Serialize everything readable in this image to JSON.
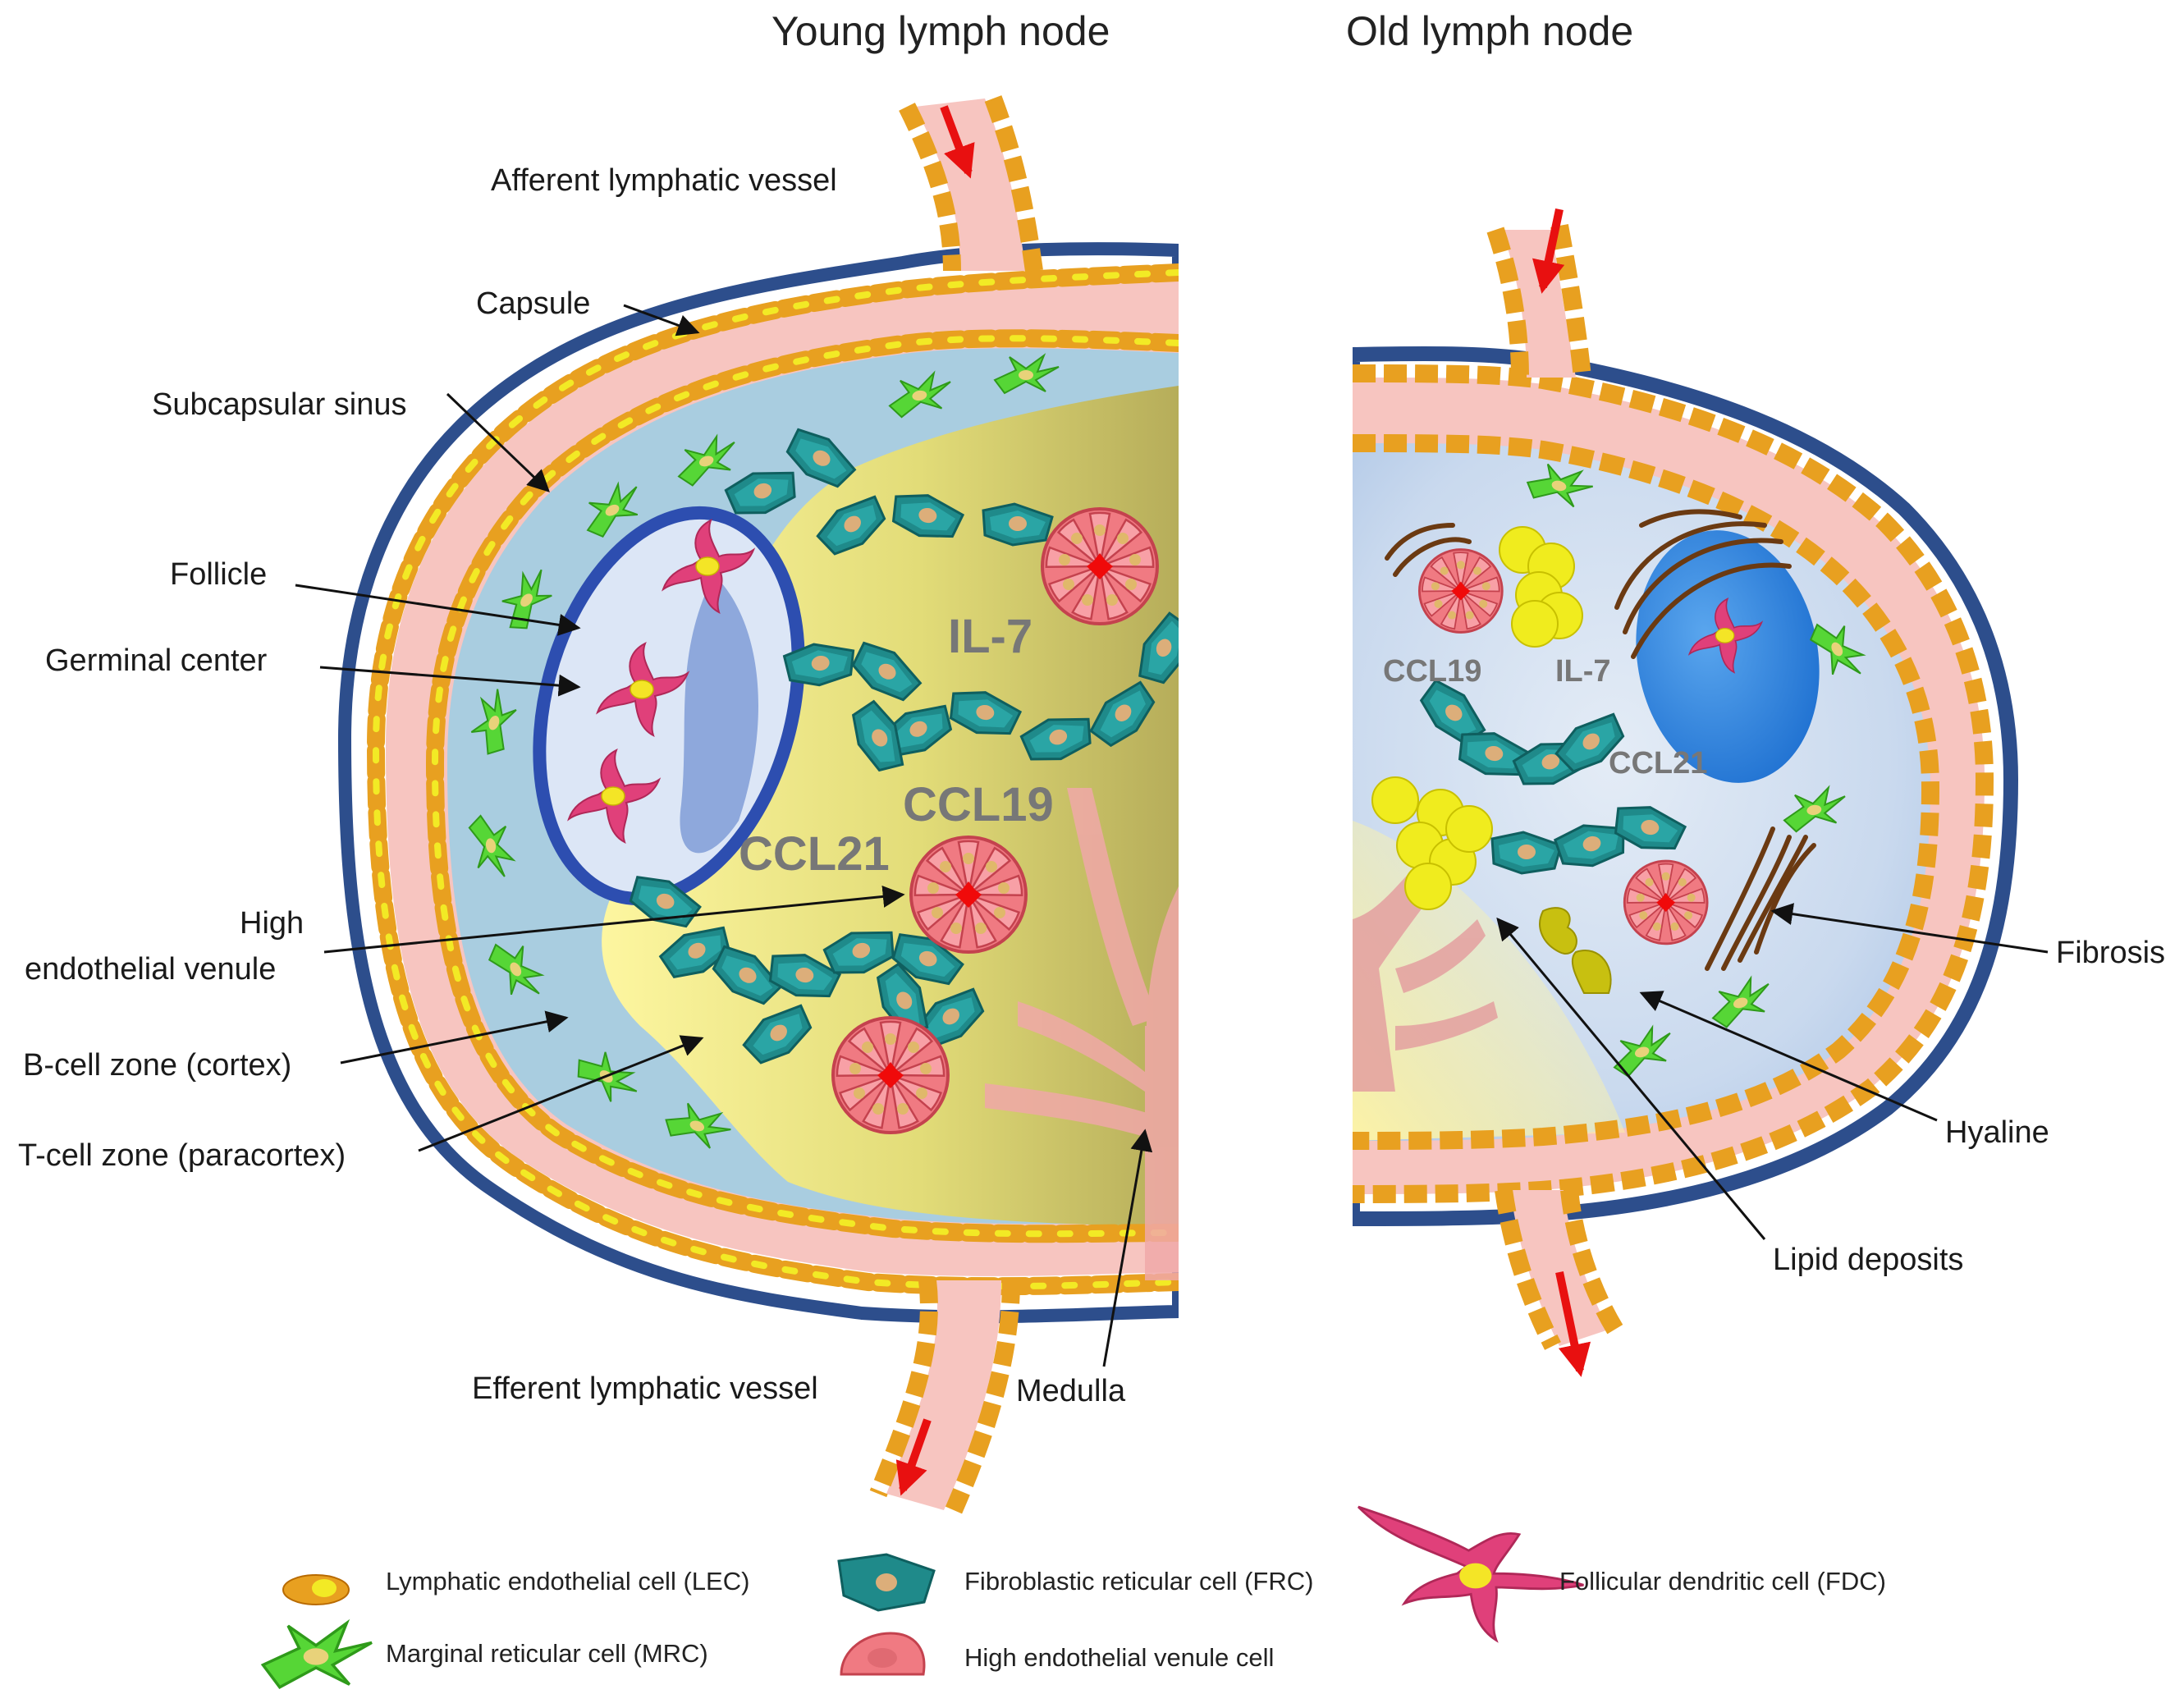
{
  "titles": {
    "young": "Young lymph node",
    "old": "Old lymph node"
  },
  "young_labels": {
    "afferent": "Afferent lymphatic vessel",
    "capsule": "Capsule",
    "subcapsular": "Subcapsular sinus",
    "follicle": "Follicle",
    "germinal": "Germinal center",
    "hev_1": "High",
    "hev_2": "endothelial venule",
    "bcell": "B-cell zone (cortex)",
    "tcell": "T-cell zone (paracortex)",
    "efferent": "Efferent lymphatic vessel",
    "medulla": "Medulla"
  },
  "young_cytokines": {
    "il7": "IL-7",
    "ccl19": "CCL19",
    "ccl21": "CCL21"
  },
  "old_labels": {
    "fibrosis": "Fibrosis",
    "hyaline": "Hyaline",
    "lipid": "Lipid deposits"
  },
  "old_cytokines": {
    "ccl19": "CCL19",
    "il7": "IL-7",
    "ccl21": "CCL21"
  },
  "legend": {
    "lec": "Lymphatic endothelial cell (LEC)",
    "frc": "Fibroblastic reticular cell (FRC)",
    "fdc": "Follicular dendritic cell (FDC)",
    "mrc": "Marginal reticular cell (MRC)",
    "hevc": "High endothelial venule cell"
  },
  "colors": {
    "capsule": "#2d4e8c",
    "sinus": "#f7c5c0",
    "lec": "#e8a020",
    "frc": "#1f8a8a",
    "mrc": "#4ccd2a",
    "fdc": "#e0407a",
    "hev": "#e8707a",
    "arrow_flow": "#e81010"
  },
  "icons": [
    "lec-icon",
    "frc-icon",
    "fdc-icon",
    "mrc-icon",
    "hev-cell-icon"
  ]
}
